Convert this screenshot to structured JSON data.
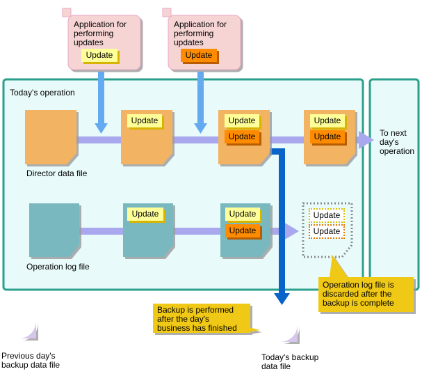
{
  "apps": [
    {
      "label": [
        "Application for",
        "performing",
        "updates"
      ],
      "button": "Update"
    },
    {
      "label": [
        "Application for",
        "performing",
        "updates"
      ],
      "button": "Update"
    }
  ],
  "panel": {
    "title": "Today's operation"
  },
  "next": {
    "label": [
      "To next",
      "day's",
      "operation"
    ]
  },
  "director_file": {
    "label": "Director data file"
  },
  "log_file": {
    "label": "Operation log file"
  },
  "tags": {
    "update": "Update"
  },
  "callouts": {
    "discard": [
      "Operation log file is",
      "discarded after the",
      "backup is complete"
    ],
    "backup": [
      "Backup is performed",
      "after the day's",
      "business has finished"
    ]
  },
  "backups": {
    "previous": [
      "Previous day's",
      "backup data file"
    ],
    "today": [
      "Today's backup",
      "data file"
    ]
  },
  "colors": {
    "panel_border": "#2aa08c",
    "panel_fill": "#e8fafa",
    "doc_orange": "#f2b463",
    "doc_teal": "#7ab8bf",
    "tag_yellow": "#ffff99",
    "tag_orange": "#ff8c00",
    "flow_arrow": "#a9a7ee",
    "app_arrow": "#63aaf0",
    "backup_arrow": "#0a63c8",
    "app_box": "#f7d4d4",
    "callout": "#f0c814",
    "disk": "#d6c6ec"
  }
}
